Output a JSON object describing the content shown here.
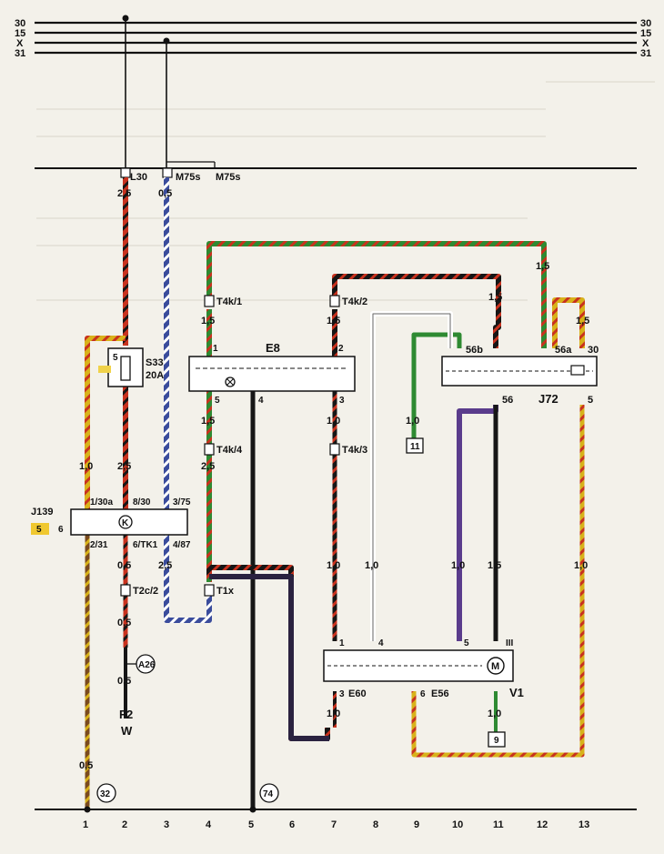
{
  "bus_lines": [
    "30",
    "15",
    "X",
    "31"
  ],
  "terminals_top": {
    "l30": "L30",
    "m75_a": "M75s",
    "m75_b": "M75s"
  },
  "wire_sizes": {
    "w1_top": "2,5",
    "w3_top": "0,5",
    "t4k1_below": "1,5",
    "t4k2_below": "1,5",
    "e8_out5": "1,5",
    "e8_out3": "1,0",
    "t4k4_below": "2,5",
    "right_top": "1,5",
    "j72_56b_in": "1,5",
    "j72_56a_in": "1,5",
    "w8_mid": "1,0",
    "w1_mid": "1,0",
    "w2_mid": "2,5",
    "j139_out2": "0,5",
    "j139_out4": "2,5",
    "j139_out6": "0,5",
    "a26_below": "0,5",
    "w7_low": "1,0",
    "w8_low": "1,0",
    "w10_low": "1,0",
    "w11_low": "1,5",
    "w13_low": "1,0",
    "e60_below": "1,0",
    "v1_below": "1,0",
    "w1_bottom": "0,5"
  },
  "components": {
    "fuse": {
      "id": "S33",
      "rating": "20A",
      "pin": "5"
    },
    "e8": {
      "id": "E8",
      "pins": [
        "1",
        "2",
        "5",
        "4",
        "3"
      ]
    },
    "j72": {
      "id": "J72",
      "pins": [
        "56b",
        "56a",
        "30",
        "56",
        "5"
      ]
    },
    "j139": {
      "id": "J139",
      "marks": [
        "5",
        "6"
      ],
      "center": "K",
      "pins": [
        "1/30a",
        "8/30",
        "3/75",
        "2/31",
        "6/TK1",
        "4/87"
      ]
    },
    "connectors": [
      "T4k/1",
      "T4k/2",
      "T4k/4",
      "T4k/3",
      "T2c/2",
      "T1x"
    ],
    "e56": {
      "id": "E56",
      "pins": [
        "1",
        "4",
        "5",
        "III",
        "3",
        "6"
      ]
    },
    "e60": "E60",
    "v1": "V1",
    "motor": "M",
    "a26": "A26",
    "f2": {
      "id": "F2",
      "sub": "W"
    },
    "ref_boxes": [
      "11",
      "9"
    ],
    "ground_refs": [
      "32",
      "74"
    ]
  },
  "track_numbers": [
    "1",
    "2",
    "3",
    "4",
    "5",
    "6",
    "7",
    "8",
    "9",
    "10",
    "11",
    "12",
    "13"
  ],
  "colors": {
    "red": "#c8321e",
    "yellow": "#d8b21a",
    "green": "#2e8a32",
    "blue": "#3a4c9c",
    "violet": "#5a3c8c",
    "black": "#161616",
    "white": "#ffffff",
    "background": "#f3f1ea"
  }
}
